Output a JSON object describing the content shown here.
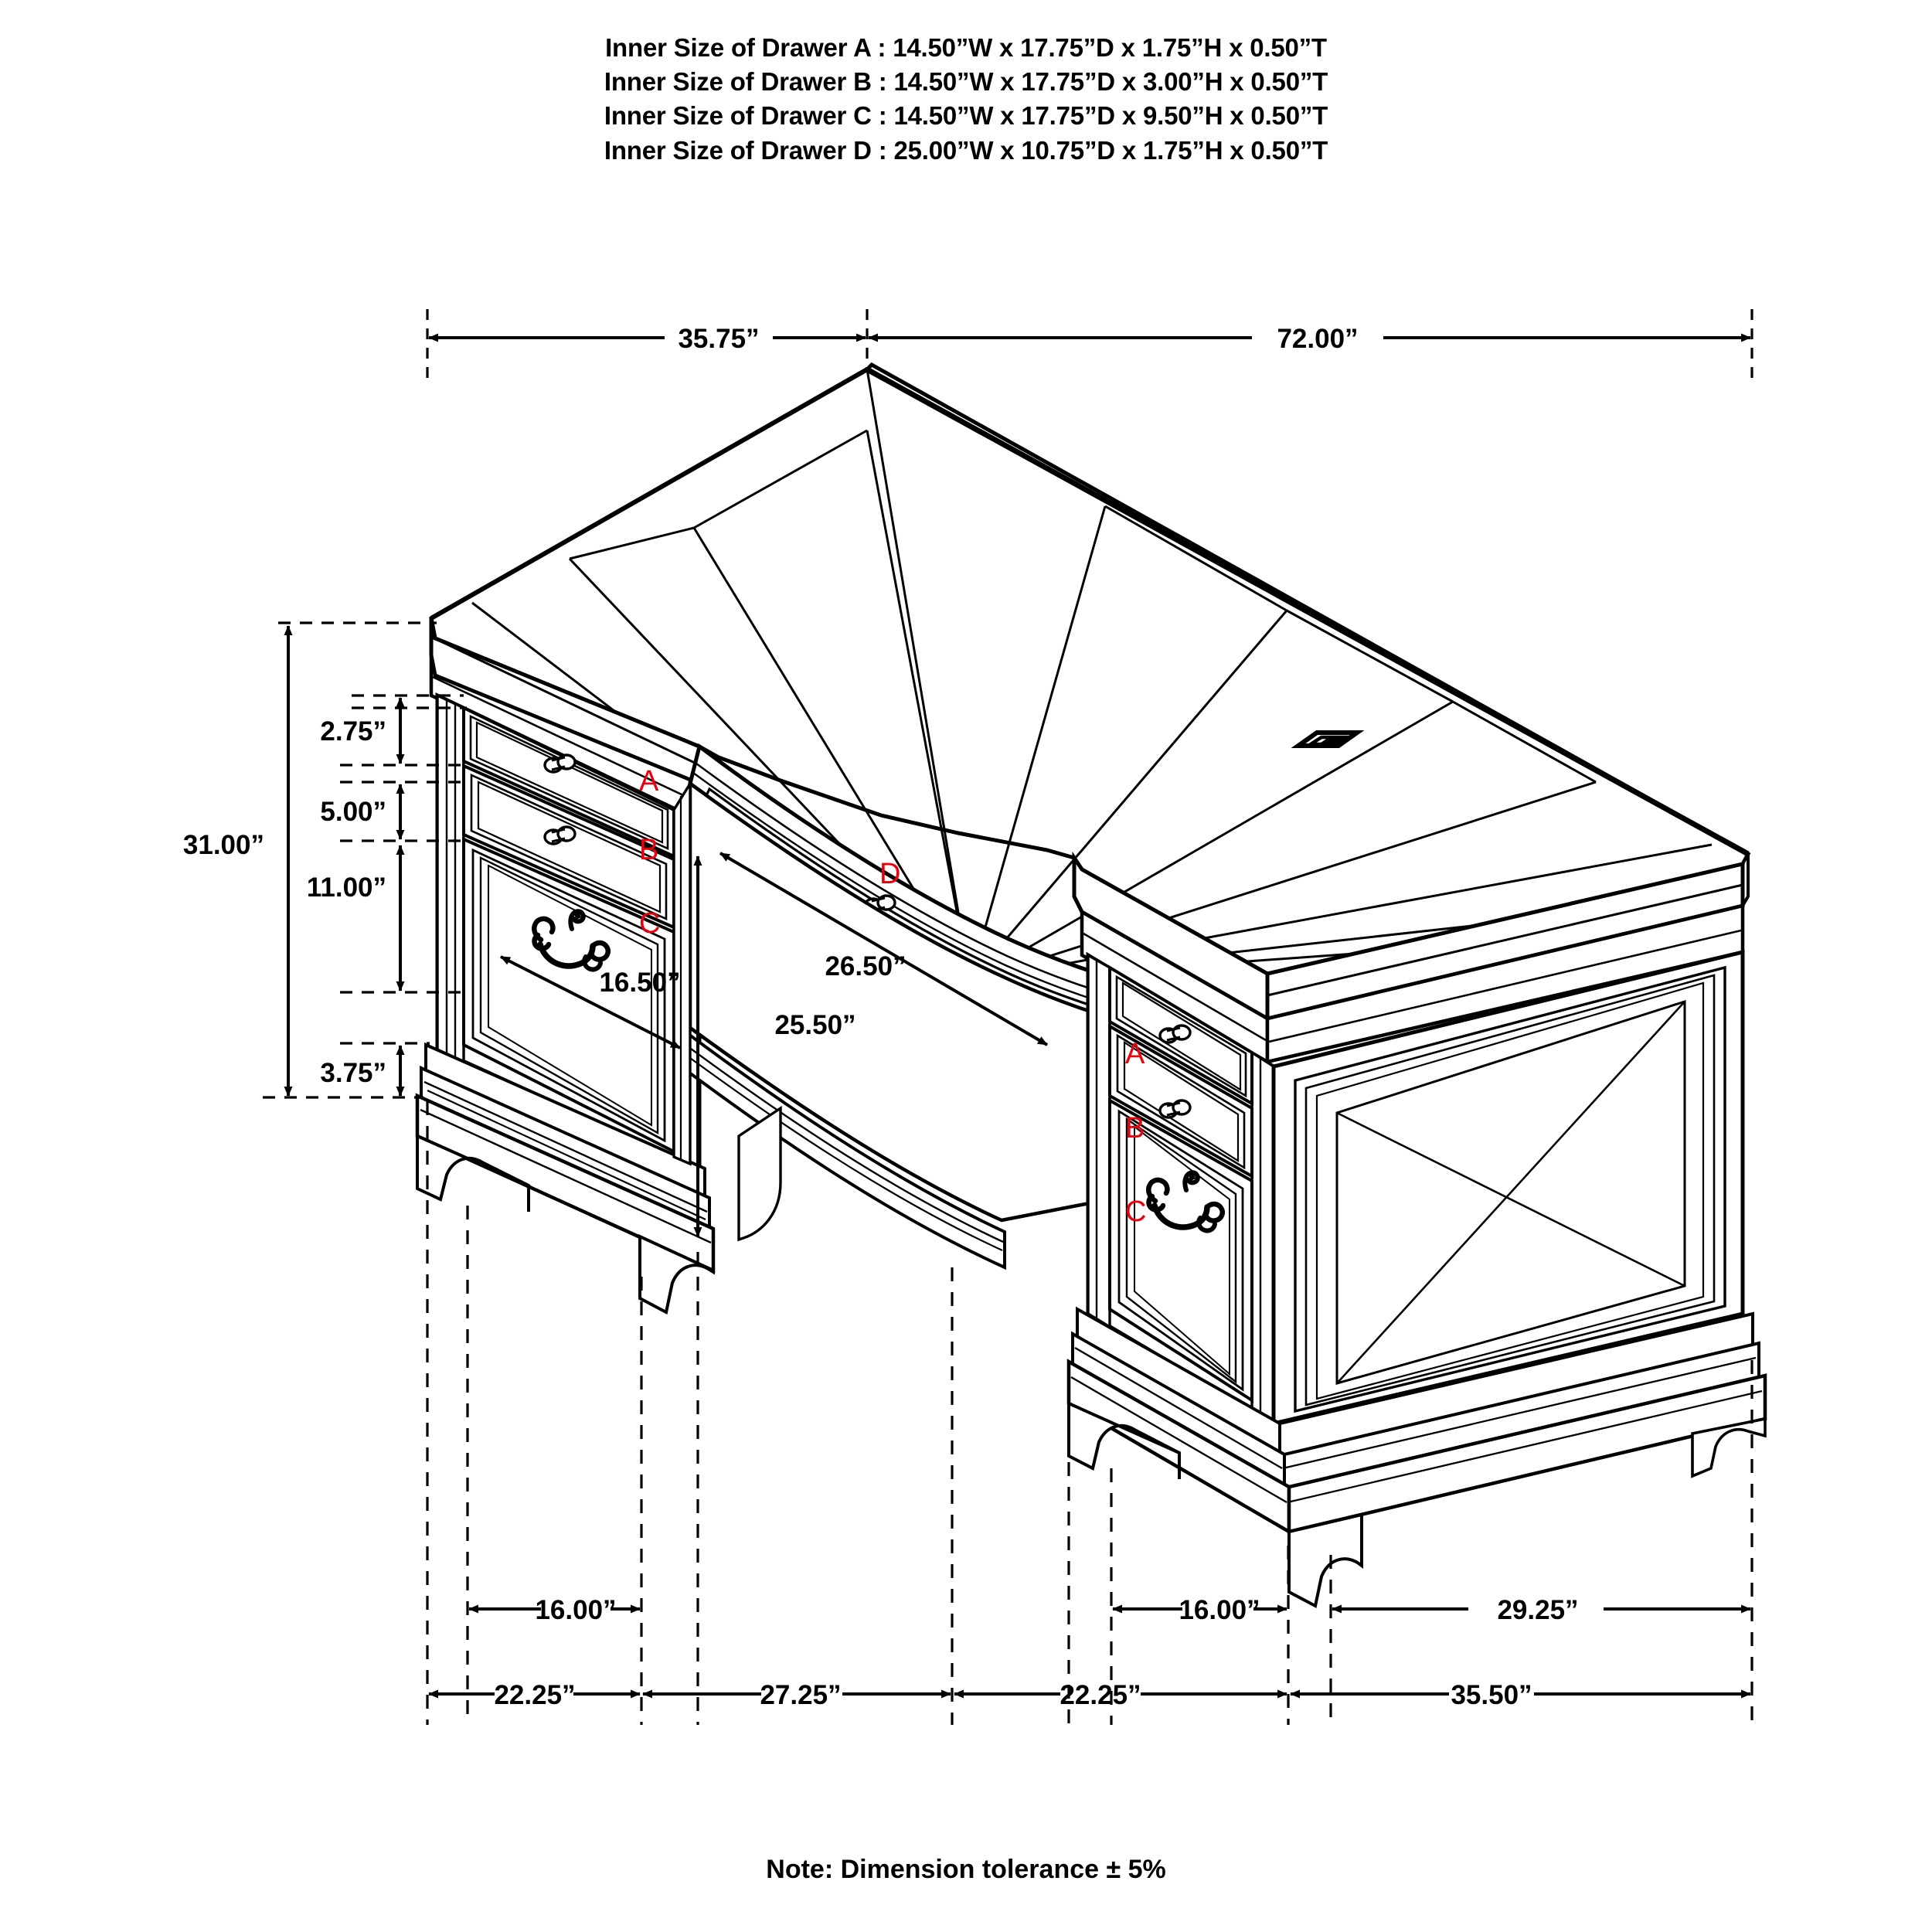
{
  "document": {
    "type": "furniture-dimension-drawing",
    "subject": "L-shaped corner executive desk",
    "projection": "isometric"
  },
  "header": {
    "lines": [
      "Inner Size of Drawer A : 14.50”W x 17.75”D x 1.75”H x 0.50”T",
      "Inner Size of Drawer B : 14.50”W x 17.75”D x 3.00”H x 0.50”T",
      "Inner Size of Drawer C : 14.50”W x 17.75”D x 9.50”H x 0.50”T",
      "Inner Size of Drawer D : 25.00”W x 10.75”D x 1.75”H x 0.50”T"
    ]
  },
  "footer": {
    "note": "Note: Dimension tolerance ± 5%"
  },
  "dimensions": {
    "top": [
      {
        "label": "35.75”"
      },
      {
        "label": "72.00”"
      }
    ],
    "left_overall": {
      "label": "31.00”"
    },
    "left_stack": [
      {
        "label": "2.75”"
      },
      {
        "label": "5.00”"
      },
      {
        "label": "11.00”"
      },
      {
        "label": "3.75”"
      }
    ],
    "body": [
      {
        "label": "16.50”"
      },
      {
        "label": "26.50”"
      },
      {
        "label": "25.50”"
      }
    ],
    "bottom_upper": [
      {
        "label": "16.00”"
      },
      {
        "label": "16.00”"
      },
      {
        "label": "29.25”"
      }
    ],
    "bottom_lower": [
      {
        "label": "22.25”"
      },
      {
        "label": "27.25”"
      },
      {
        "label": "22.25”"
      },
      {
        "label": "35.50”"
      }
    ]
  },
  "drawer_labels": {
    "left_pedestal": [
      "A",
      "B",
      "C"
    ],
    "right_pedestal": [
      "A",
      "B",
      "C"
    ],
    "center": "D"
  },
  "colors": {
    "line": "#000000",
    "label_red": "#e8000d",
    "background": "#ffffff"
  },
  "icons": {
    "grommet_desktop": "cable-grommet-icon",
    "grommet_apron": "cable-grommet-icon",
    "knob": "drawer-knob-icon",
    "bail_pull": "bail-pull-handle-icon"
  }
}
